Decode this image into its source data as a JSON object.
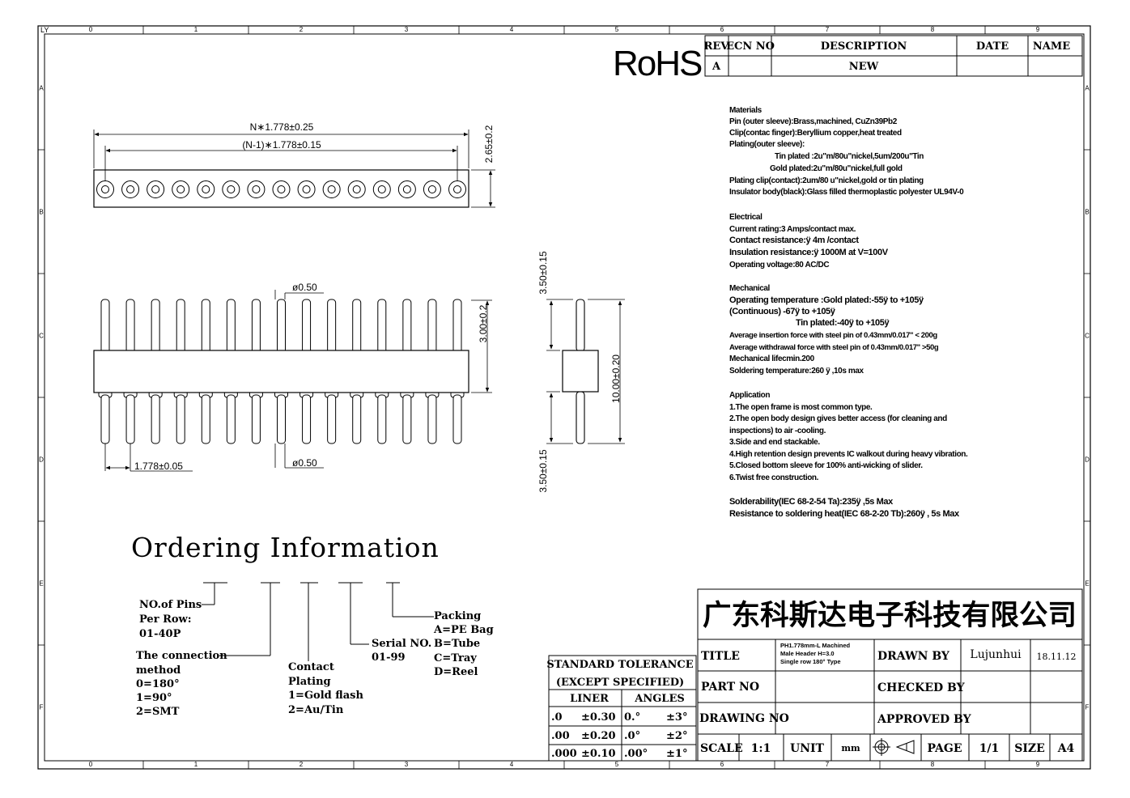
{
  "frame": {
    "corner_label": "LY",
    "columns": [
      "0",
      "1",
      "2",
      "3",
      "4",
      "5",
      "6",
      "7",
      "8",
      "9"
    ],
    "rows": [
      "A",
      "B",
      "C",
      "D",
      "E",
      "F"
    ]
  },
  "rohs": "RoHS",
  "revision": {
    "headers": {
      "rev": "REV",
      "ecn": "ECN NO",
      "description": "DESCRIPTION",
      "date": "DATE",
      "name": "NAME"
    },
    "row": {
      "rev": "A",
      "ecn": "",
      "description": "NEW",
      "date": "",
      "name": ""
    }
  },
  "dimensions": {
    "total_length": "N∗1.778±0.25",
    "pitch_span": "(N-1)∗1.778±0.15",
    "top_height": "2.65±0.2",
    "pin_dia_top": "ø0.50",
    "pin_dia_bottom": "ø0.50",
    "body_height": "3.00±0.2",
    "pitch": "1.778±0.05",
    "side_top": "3.50±0.15",
    "side_total": "10.00±0.20",
    "side_bottom": "3.50±0.15"
  },
  "specs": {
    "materials": [
      "Materials",
      "Pin (outer sleeve):Brass,machined, CuZn39Pb2",
      "Clip(contac finger):Beryllium copper,heat treated",
      "Plating(outer sleeve):",
      "Tin plated :2u\"m/80u\"nickel,5um/200u\"Tin",
      "Gold plated:2u\"m/80u\"nickel,full gold",
      "Plating clip(contact):2um/80 u\"nickel,gold or tin plating",
      "Insulator body(black):Glass filled thermoplastic polyester UL94V-0"
    ],
    "electrical": [
      "Electrical",
      "Current rating:3 Amps/contact max.",
      "Contact resistance:ÿ 4m  /contact",
      "Insulation resistance:ÿ  1000M at V=100V",
      "Operating voltage:80 AC/DC"
    ],
    "mechanical": [
      "Mechanical",
      "Operating temperature :Gold plated:-55ÿ  to +105ÿ",
      "(Continuous)   -67ÿ   to +105ÿ",
      "Tin plated:-40ÿ   to +105ÿ",
      "Average insertion force with steel pin of  0.43mm/0.017\" < 200g",
      "Average withdrawal force with steel pin of   0.43mm/0.017\" >50g",
      "Mechanical lifecmin.200",
      "Soldering temperature:260 ÿ  ,10s max"
    ],
    "application": [
      "Application",
      "1.The open frame is most common type.",
      "2.The open body design gives better access (for cleaning and",
      "inspections) to air -cooling.",
      "3.Side and end stackable.",
      "4.High retention design prevents IC walkout during heavy vibration.",
      "5.Closed bottom sleeve for 100% anti-wicking of slider.",
      "6.Twist free construction."
    ],
    "solder": [
      "Solderability(IEC 68-2-54 Ta):235ÿ  ,5s  Max",
      "Resistance to soldering heat(IEC 68-2-20 Tb):260ÿ  ,  5s Max"
    ]
  },
  "ordering": {
    "title": "Ordering Information",
    "pins": [
      "NO.of Pins",
      "Per Row:",
      "01-40P"
    ],
    "connection": [
      "The connection",
      "method",
      "0=180°",
      "1=90°",
      "2=SMT"
    ],
    "plating": [
      "Contact",
      "Plating",
      "1=Gold flash",
      "2=Au/Tin"
    ],
    "serial": [
      "Serial NO.",
      "01-99"
    ],
    "packing": [
      "Packing",
      "A=PE Bag",
      "B=Tube",
      "C=Tray",
      "D=Reel"
    ]
  },
  "tolerance": {
    "title1": "STANDARD TOLERANCE",
    "title2": "(EXCEPT  SPECIFIED)",
    "liner": "LINER",
    "angles": "ANGLES",
    "rows": [
      {
        "p": ".0",
        "v": "±0.30",
        "ap": "0.°",
        "av": "±3°"
      },
      {
        "p": ".00",
        "v": "±0.20",
        "ap": ".0°",
        "av": "±2°"
      },
      {
        "p": ".000",
        "v": "±0.10",
        "ap": ".00°",
        "av": "±1°"
      }
    ]
  },
  "titleblock": {
    "company": "广东科斯达电子科技有限公司",
    "title_label": "TITLE",
    "title_value": [
      "PH1.778mm-L Machined",
      "Male Header H=3.0",
      "Single row 180° Type"
    ],
    "drawn_by_label": "DRAWN BY",
    "drawn_by": "Lujunhui",
    "date": "18.11.12",
    "part_no_label": "PART NO",
    "checked_by_label": "CHECKED BY",
    "drawing_no_label": "DRAWING NO",
    "approved_by_label": "APPROVED BY",
    "scale_label": "SCALE",
    "scale": "1:1",
    "unit_label": "UNIT",
    "unit": "mm",
    "page_label": "PAGE",
    "page": "1/1",
    "size_label": "SIZE",
    "size": "A4"
  }
}
